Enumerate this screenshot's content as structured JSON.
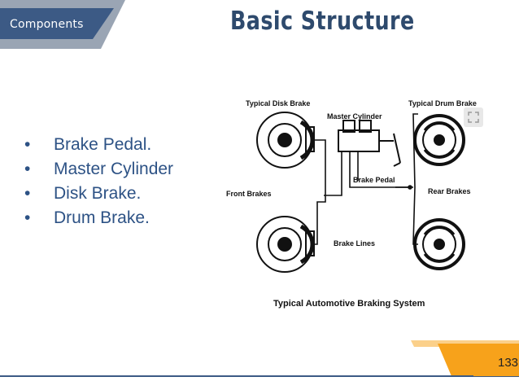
{
  "header": {
    "section_label": "Components",
    "title": "Basic Structure",
    "tag_color": "#3c5a85",
    "tag_shadow_color": "#9aa5b4"
  },
  "bullets": [
    "Brake Pedal.",
    "Master Cylinder",
    "Disk Brake.",
    "Drum Brake."
  ],
  "diagram": {
    "labels": {
      "disk": "Typical Disk Brake",
      "master": "Master Cylinder",
      "drum": "Typical Drum Brake",
      "pedal": "Brake Pedal",
      "front": "Front Brakes",
      "rear": "Rear Brakes",
      "lines": "Brake Lines",
      "caption": "Typical Automotive Braking System"
    }
  },
  "footer": {
    "page_number": "133",
    "accent_color": "#f7a21b",
    "accent_light_color": "#fbd08a"
  }
}
